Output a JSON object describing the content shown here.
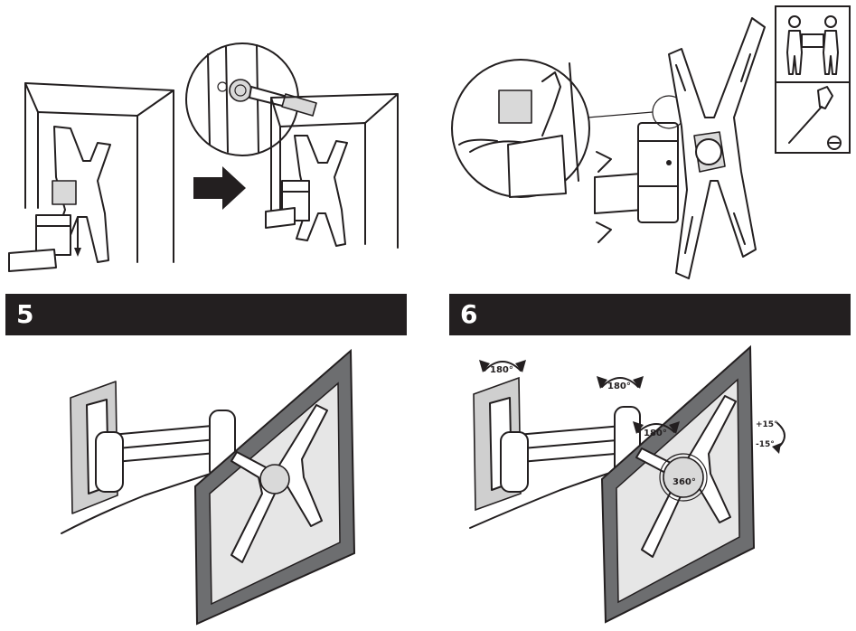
{
  "steps": {
    "step5": {
      "number": "5"
    },
    "step6": {
      "number": "6"
    }
  },
  "rotation_labels": {
    "swivel_a": "180°",
    "swivel_b": "180°",
    "swivel_c": "180°",
    "rotate": "360°"
  },
  "tilt_labels": {
    "up": "+15°",
    "down": "-15°"
  },
  "icons": {
    "two_person": "two-person-lift-icon",
    "screwdriver": "screwdriver-icon",
    "arrow": "arrow-right-icon"
  },
  "colors": {
    "ink": "#231f20",
    "bar": "#231f20",
    "grey": "#d9d9d9",
    "frame": "#6d6e70",
    "screen": "#e6e6e6"
  }
}
